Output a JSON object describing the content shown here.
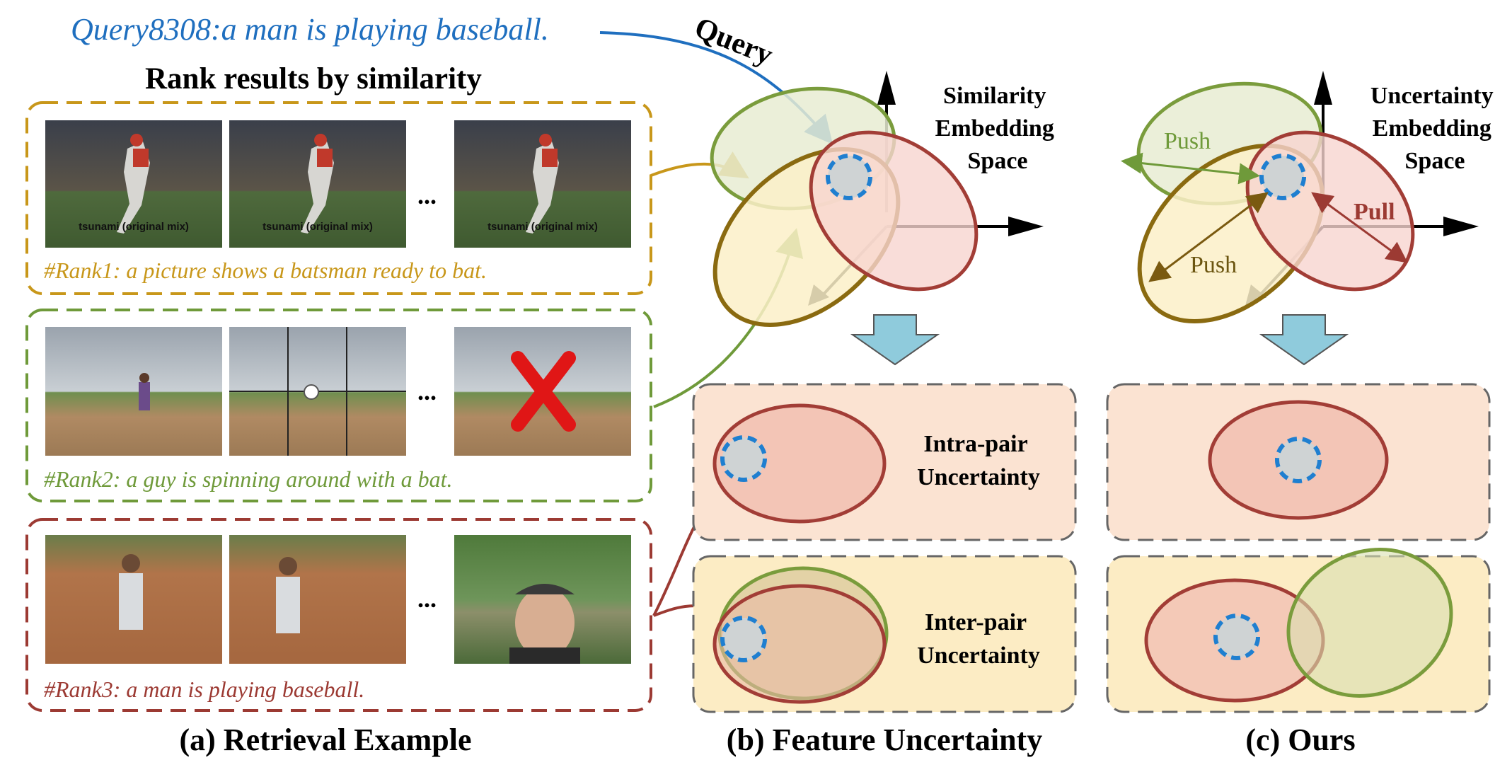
{
  "query_text": "Query8308:a man is playing baseball.",
  "query_arrow_label": "Query",
  "rank_heading": "Rank results by similarity",
  "ellipsis": "...",
  "thumb_overlay": "tsunami (original mix)",
  "rank1_caption": "#Rank1: a picture shows a batsman ready to bat.",
  "rank2_caption": "#Rank2: a guy is spinning around with a bat.",
  "rank3_caption": "#Rank3: a man is playing baseball.",
  "similarity_space": [
    "Similarity",
    "Embedding",
    "Space"
  ],
  "uncertainty_space": [
    "Uncertainty",
    "Embedding",
    "Space"
  ],
  "push_label_1": "Push",
  "push_label_2": "Push",
  "pull_label": "Pull",
  "intra_label": [
    "Intra-pair",
    "Uncertainty"
  ],
  "inter_label": [
    "Inter-pair",
    "Uncertainty"
  ],
  "caption_a": "(a) Retrieval Example",
  "caption_b": "(b) Feature Uncertainty",
  "caption_c": "(c) Ours",
  "colors": {
    "query_blue": "#1f6fbf",
    "rank1": "#c8971a",
    "rank2": "#6f9a3a",
    "rank3": "#9c3a33",
    "green_ellipse": "#7a9c3c",
    "olive_ellipse": "#8a6a10",
    "red_ellipse": "#a23d36",
    "arrow_down": "#8fcbdc",
    "panel_pink": "#fbe3d2",
    "panel_yellow": "#fcecc4"
  }
}
